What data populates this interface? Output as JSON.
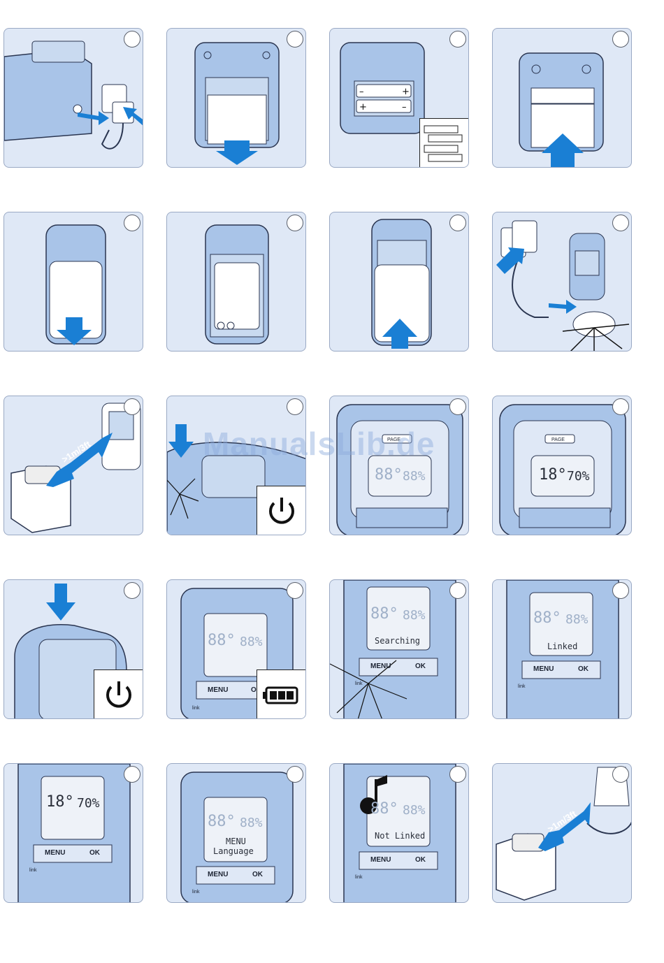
{
  "watermark": "ManualsLib.de",
  "accent_blue": "#1a7fd4",
  "panel_bg": "#dfe8f6",
  "device_blue": "#a9c4e8",
  "panels": {
    "p9": {
      "distance": ">1m/3ft"
    },
    "p11": {
      "page_label": "PAGE",
      "lcd_temp": "88°",
      "lcd_hum": "88%"
    },
    "p12": {
      "page_label": "PAGE",
      "lcd_temp": "18°",
      "lcd_hum": "70%"
    },
    "p14": {
      "lcd_temp": "88°",
      "lcd_hum": "88%",
      "menu": "MENU",
      "ok": "OK",
      "link": "link"
    },
    "p15": {
      "lcd_temp": "88°",
      "lcd_hum": "88%",
      "status": "Searching",
      "menu": "MENU",
      "ok": "OK",
      "link": "link"
    },
    "p16": {
      "lcd_temp": "88°",
      "lcd_hum": "88%",
      "status": "Linked",
      "menu": "MENU",
      "ok": "OK",
      "link": "link"
    },
    "p17": {
      "lcd_temp": "18°",
      "lcd_hum": "70%",
      "menu": "MENU",
      "ok": "OK",
      "link": "link"
    },
    "p18": {
      "lcd_temp": "88°",
      "lcd_hum": "88%",
      "line1": "MENU",
      "line2": "Language",
      "menu": "MENU",
      "ok": "OK",
      "link": "link"
    },
    "p19": {
      "lcd_temp": "88°",
      "lcd_hum": "88%",
      "status": "Not Linked",
      "menu": "MENU",
      "ok": "OK",
      "link": "link"
    },
    "p20": {
      "distance": ">1m/3ft"
    }
  }
}
